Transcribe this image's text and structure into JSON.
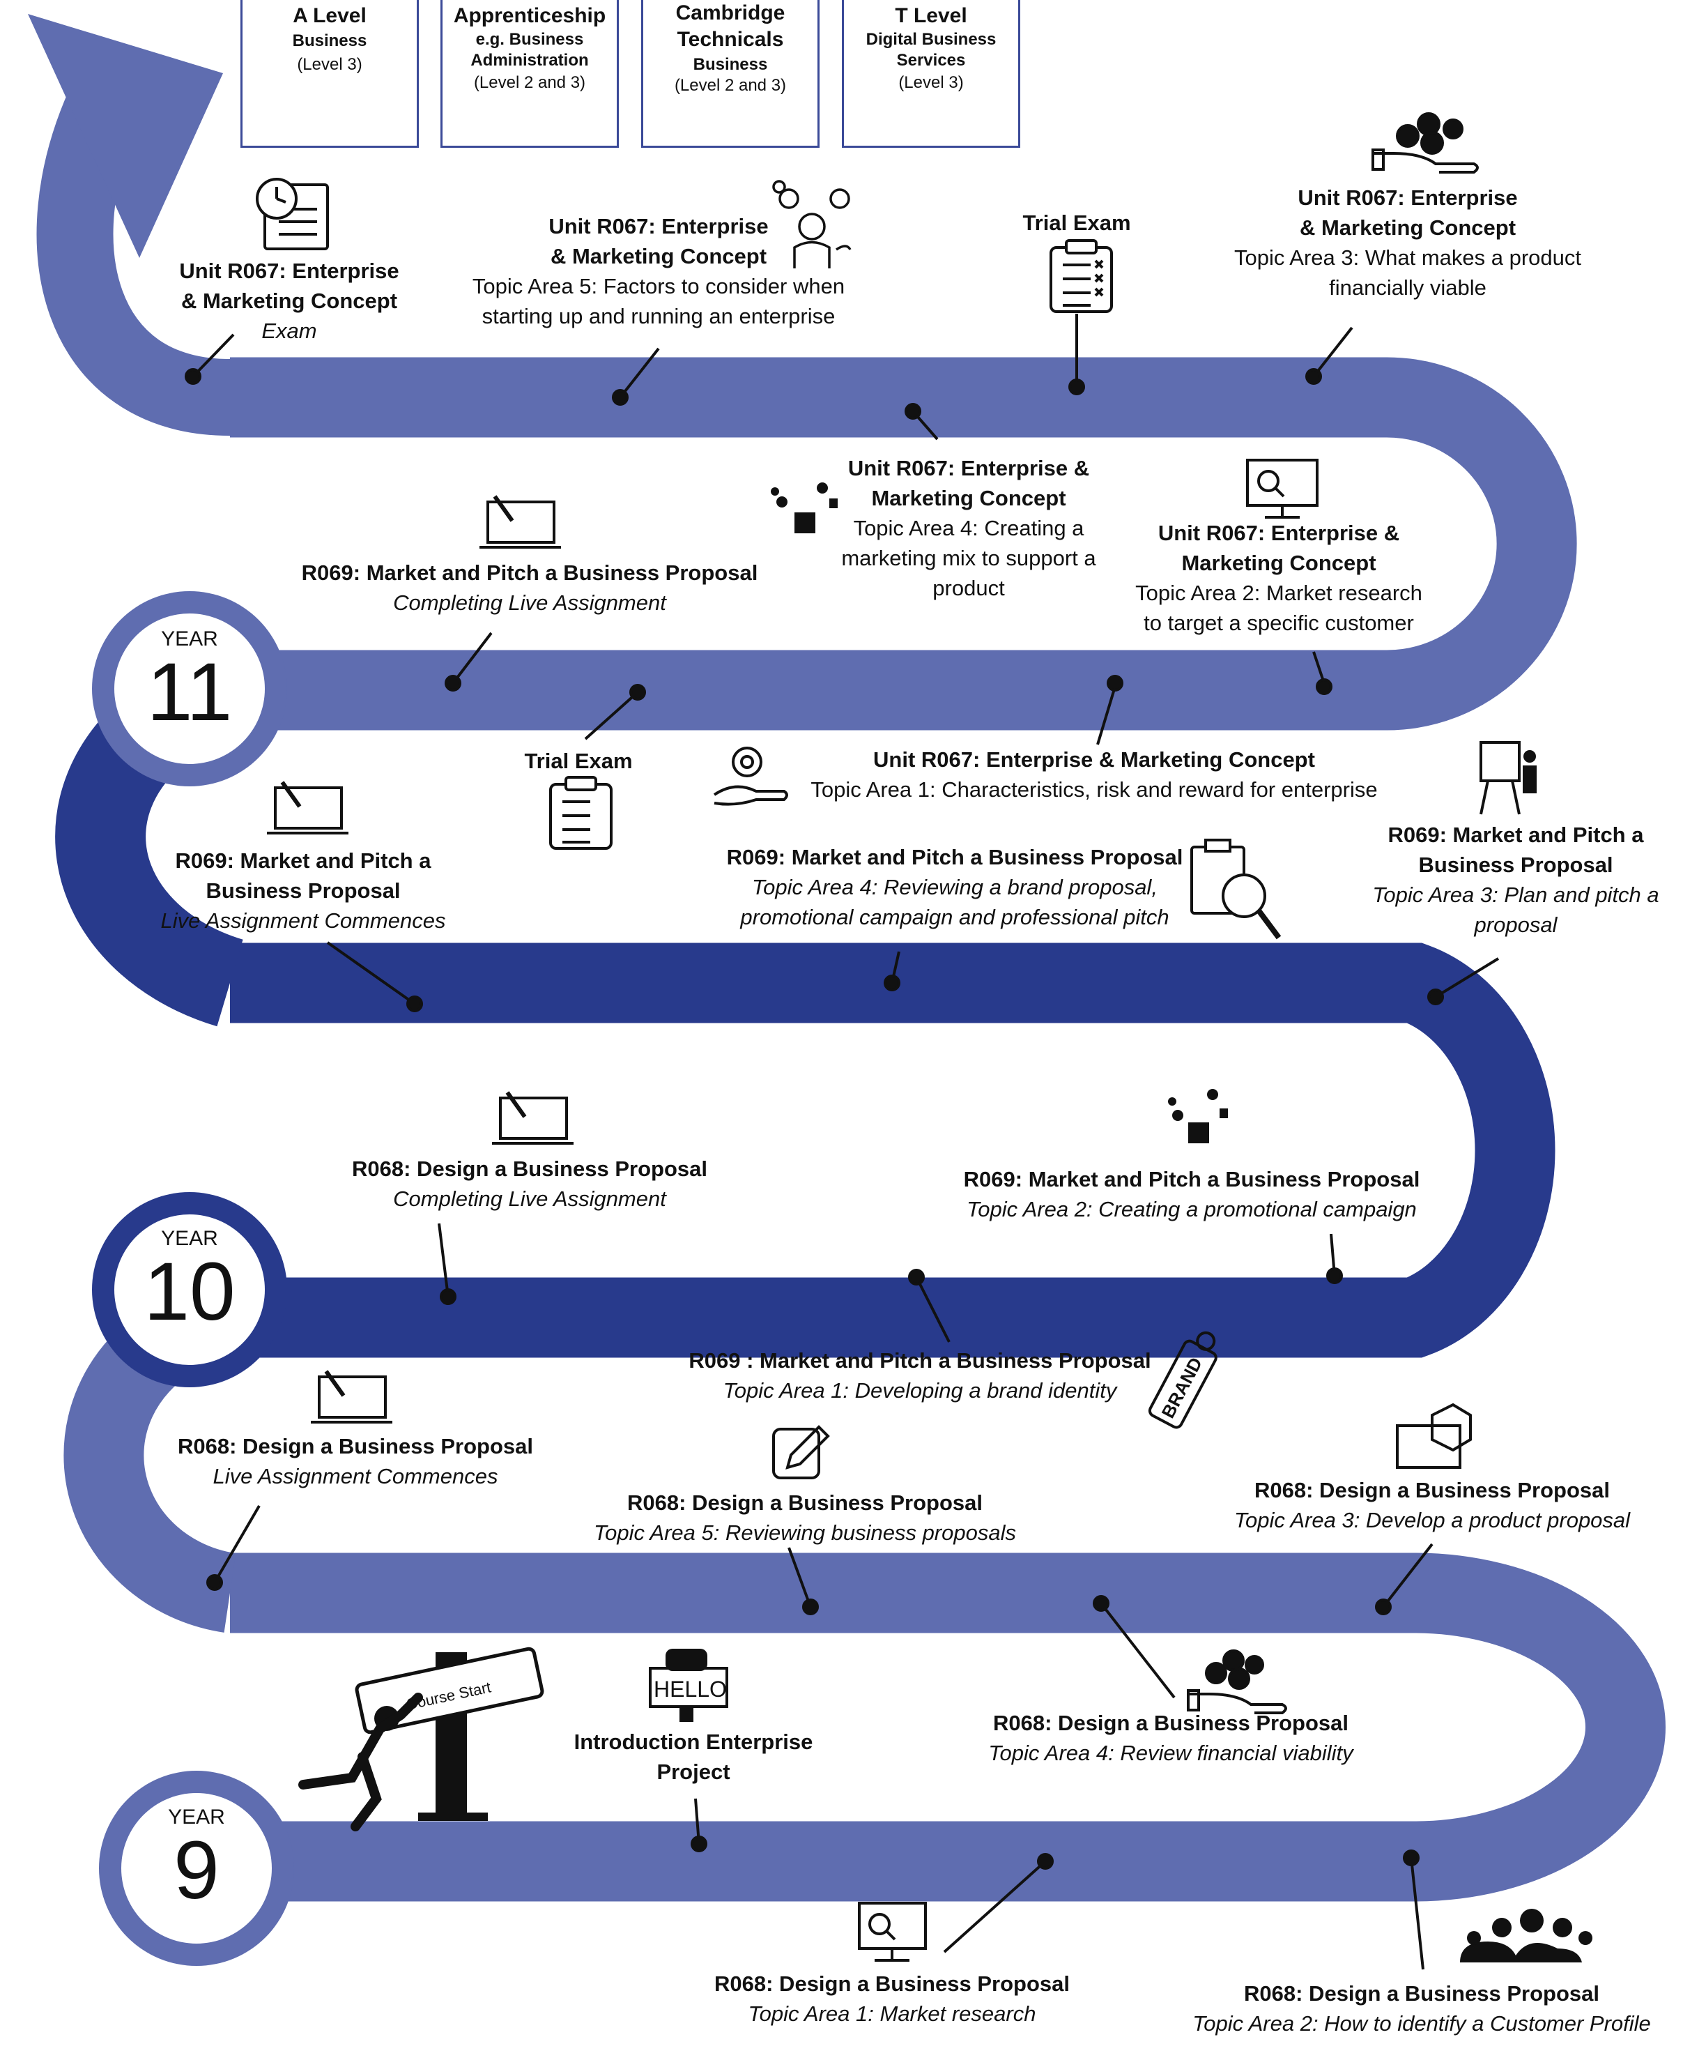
{
  "colors": {
    "light_band": "#5f6db0",
    "dark_band": "#283a8c",
    "border": "#3b4a98"
  },
  "pathways": [
    {
      "title": "A Level",
      "line1": "Business",
      "line2": "(Level 3)"
    },
    {
      "title": "Apprenticeship",
      "line1": "e.g. Business",
      "line1b": "Administration",
      "line2": "(Level 2 and 3)"
    },
    {
      "title": "Cambridge",
      "title2": "Technicals",
      "line1": "Business",
      "line2": "(Level 2 and 3)"
    },
    {
      "title": "T Level",
      "line1": "Digital Business",
      "line1b": "Services",
      "line2": "(Level 3)"
    }
  ],
  "years": [
    {
      "word": "YEAR",
      "num": "11"
    },
    {
      "word": "YEAR",
      "num": "10"
    },
    {
      "word": "YEAR",
      "num": "9"
    }
  ],
  "course_start": "Course Start",
  "hello": "HELLO",
  "brand": "BRAND",
  "m": {
    "exam_l1": "Unit R067: Enterprise",
    "exam_l2": "& Marketing Concept",
    "exam_sub": "Exam",
    "ta5_l1": "Unit R067: Enterprise",
    "ta5_l2": "& Marketing Concept",
    "ta5_s1": "Topic Area 5: Factors to consider when",
    "ta5_s2": "starting up and running an enterprise",
    "trial1": "Trial Exam",
    "ta3_l1": "Unit R067: Enterprise",
    "ta3_l2": "& Marketing Concept",
    "ta3_s1": "Topic Area 3: What makes a product",
    "ta3_s2": "financially viable",
    "y11c_l1": "R069: Market and Pitch a Business Proposal",
    "y11c_sub": "Completing Live Assignment",
    "ta4_l1": "Unit R067: Enterprise &",
    "ta4_l2": "Marketing Concept",
    "ta4_s1": "Topic Area 4: Creating a",
    "ta4_s2": "marketing mix to support a",
    "ta4_s3": "product",
    "ta2_l1": "Unit R067: Enterprise  &",
    "ta2_l2": "Marketing Concept",
    "ta2_s1": "Topic Area 2: Market research",
    "ta2_s2": "to target a specific customer",
    "trial2": "Trial Exam",
    "ta1_l1": "Unit R067: Enterprise & Marketing Concept",
    "ta1_s1": "Topic Area 1: Characteristics, risk and reward for enterprise",
    "r069la_l1": "R069: Market and Pitch a",
    "r069la_l2": "Business Proposal",
    "r069la_sub": "Live Assignment Commences",
    "r069t4_l1": "R069: Market and Pitch a Business Proposal",
    "r069t4_s1": "Topic Area 4: Reviewing a brand proposal,",
    "r069t4_s2": "promotional campaign and professional pitch",
    "r069t3_l1": "R069: Market and Pitch a",
    "r069t3_l2": "Business Proposal",
    "r069t3_s1": "Topic Area 3: Plan and pitch a",
    "r069t3_s2": "proposal",
    "r068c_l1": "R068: Design a Business Proposal",
    "r068c_sub": "Completing Live Assignment",
    "r069t2_l1": "R069: Market and Pitch a Business Proposal",
    "r069t2_sub": "Topic Area 2: Creating a promotional campaign",
    "r069t1_l1": "R069 : Market and Pitch a Business Proposal",
    "r069t1_sub": "Topic Area 1: Developing a brand identity",
    "r068la_l1": "R068: Design a Business Proposal",
    "r068la_sub": "Live Assignment Commences",
    "r068t5_l1": "R068: Design a Business Proposal",
    "r068t5_sub": "Topic Area 5: Reviewing business proposals",
    "r068t3_l1": "R068: Design a Business Proposal",
    "r068t3_sub": "Topic Area 3: Develop a product proposal",
    "intro_l1": "Introduction Enterprise",
    "intro_l2": "Project",
    "r068t4_l1": "R068: Design a Business Proposal",
    "r068t4_sub": "Topic Area 4: Review financial viability",
    "r068t1_l1": "R068: Design a Business Proposal",
    "r068t1_sub": "Topic Area 1: Market research",
    "r068t2_l1": "R068: Design a Business Proposal",
    "r068t2_sub": "Topic Area 2: How to identify a Customer Profile"
  }
}
